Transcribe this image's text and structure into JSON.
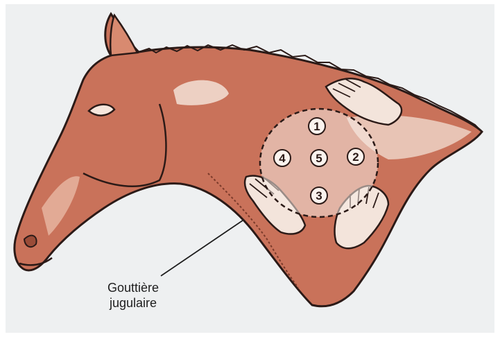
{
  "diagram": {
    "points": [
      {
        "id": "point-1",
        "label": "1"
      },
      {
        "id": "point-2",
        "label": "2"
      },
      {
        "id": "point-3",
        "label": "3"
      },
      {
        "id": "point-4",
        "label": "4"
      },
      {
        "id": "point-5",
        "label": "5"
      }
    ],
    "caption": {
      "line1": "Gouttière",
      "line2": "jugulaire"
    },
    "colors": {
      "background": "#eef0f1",
      "coat": "#c9725a",
      "coat_light": "#f0d8cc",
      "outline": "#2b1a17"
    }
  }
}
